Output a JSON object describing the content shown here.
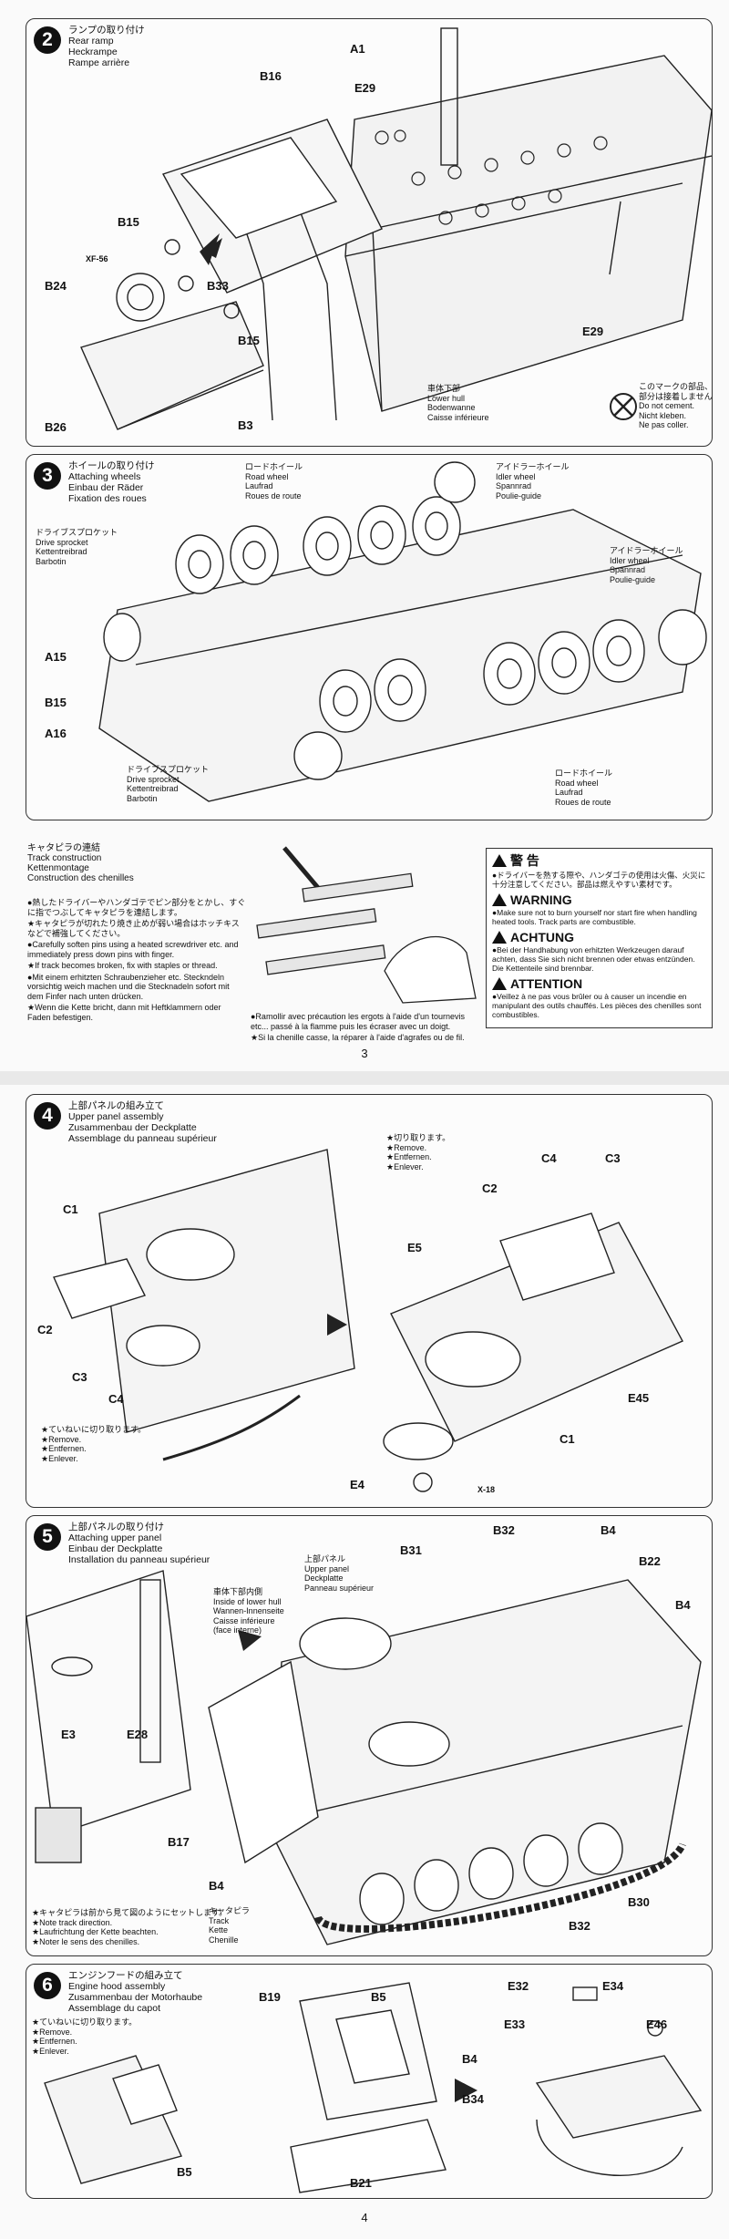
{
  "page1": {
    "number": "3",
    "step2": {
      "num": "2",
      "title": [
        "ランプの取り付け",
        "Rear ramp",
        "Heckrampe",
        "Rampe arrière"
      ],
      "labels": {
        "a1": "A1",
        "b16": "B16",
        "e29a": "E29",
        "e29b": "E29",
        "b15": "B15",
        "b15b": "B15",
        "xf56": "XF-56",
        "b24": "B24",
        "b33": "B33",
        "b26": "B26",
        "b3": "B3"
      },
      "hull": [
        "車体下部",
        "Lower hull",
        "Bodenwanne",
        "Caisse inférieure"
      ],
      "note": [
        "このマークの部品、",
        "部分は接着しません。",
        "Do not cement.",
        "Nicht kleben.",
        "Ne pas coller."
      ]
    },
    "step3": {
      "num": "3",
      "title": [
        "ホイールの取り付け",
        "Attaching wheels",
        "Einbau der Räder",
        "Fixation des roues"
      ],
      "road_top": [
        "ロードホイール",
        "Road wheel",
        "Laufrad",
        "Roues de route"
      ],
      "idler_top": [
        "アイドラーホイール",
        "Idler wheel",
        "Spannrad",
        "Poulie-guide"
      ],
      "sprocket_left": [
        "ドライブスプロケット",
        "Drive sprocket",
        "Kettentreibrad",
        "Barbotin"
      ],
      "idler_right": [
        "アイドラーホイール",
        "Idler wheel",
        "Spannrad",
        "Poulie-guide"
      ],
      "labels": {
        "a15": "A15",
        "b15": "B15",
        "a16": "A16"
      },
      "sprocket_bottom": [
        "ドライブスプロケット",
        "Drive sprocket",
        "Kettentreibrad",
        "Barbotin"
      ],
      "road_bottom": [
        "ロードホイール",
        "Road wheel",
        "Laufrad",
        "Roues de route"
      ]
    },
    "track": {
      "title": [
        "キャタピラの連結",
        "Track construction",
        "Kettenmontage",
        "Construction des chenilles"
      ],
      "jp1": "●熱したドライバーやハンダゴテでピン部分をとかし、すぐに指でつぶしてキャタピラを連結します。",
      "jp2": "★キャタピラが切れたり焼き止めが弱い場合はホッチキスなどで補強してください。",
      "en": "●Carefully soften pins using a heated screwdriver etc. and immediately press down pins with finger.",
      "en2": "★If track becomes broken, fix with staples or thread.",
      "de": "●Mit einem erhitzten Schraubenzieher etc. Steckndeln vorsichtig weich machen und die Stecknadeln sofort mit dem Finfer nach unten drücken.",
      "de2": "★Wenn die Kette bricht, dann mit Heftklammern oder Faden befestigen.",
      "fr": "●Ramollir avec précaution les ergots à l'aide d'un tournevis etc... passé à la flamme puis les écraser avec un doigt.",
      "fr2": "★Si la chenille casse, la réparer à l'aide d'agrafes ou de fil."
    },
    "warn": {
      "jp_head": "警 告",
      "jp": "●ドライバーを熱する際や、ハンダゴテの使用は火傷、火災に十分注意してください。部品は燃えやすい素材です。",
      "en_head": "WARNING",
      "en": "●Make sure not to burn yourself nor start fire when handling heated tools. Track parts are combustible.",
      "de_head": "ACHTUNG",
      "de": "●Bei der Handhabung von erhitzten Werkzeugen darauf achten, dass Sie sich nicht brennen oder etwas entzünden. Die Kettenteile sind brennbar.",
      "fr_head": "ATTENTION",
      "fr": "●Veillez à ne pas vous brûler ou à causer un incendie en manipulant des outils chauffés. Les pièces des chenilles sont combustibles."
    }
  },
  "page2": {
    "number": "4",
    "step4": {
      "num": "4",
      "title": [
        "上部パネルの組み立て",
        "Upper panel assembly",
        "Zusammenbau der Deckplatte",
        "Assemblage du panneau supérieur"
      ],
      "cut1": [
        "★切り取ります。",
        "★Remove.",
        "★Entfernen.",
        "★Enlever."
      ],
      "cut2": [
        "★ていねいに切り取ります。",
        "★Remove.",
        "★Entfernen.",
        "★Enlever."
      ],
      "labels": {
        "c1": "C1",
        "c2": "C2",
        "c3": "C3",
        "c4": "C4",
        "c2r": "C2",
        "c4r": "C4",
        "c3r": "C3",
        "e5": "E5",
        "e45": "E45",
        "c1r": "C1",
        "e4": "E4",
        "x18": "X-18"
      }
    },
    "step5": {
      "num": "5",
      "title": [
        "上部パネルの取り付け",
        "Attaching upper panel",
        "Einbau der Deckplatte",
        "Installation du panneau supérieur"
      ],
      "inside": [
        "車体下部内側",
        "Inside of lower hull",
        "Wannen-Innenseite",
        "Caisse inférieure",
        "(face interne)"
      ],
      "upper": [
        "上部パネル",
        "Upper panel",
        "Deckplatte",
        "Panneau supérieur"
      ],
      "track": [
        "キャタピラ",
        "Track",
        "Kette",
        "Chenille"
      ],
      "note": [
        "★キャタピラは前から見て図のようにセットします。",
        "★Note track direction.",
        "★Laufrichtung der Kette beachten.",
        "★Noter le sens des chenilles."
      ],
      "labels": {
        "b31": "B31",
        "b32": "B32",
        "b4": "B4",
        "b22": "B22",
        "b4b": "B4",
        "e3": "E3",
        "e28": "E28",
        "b17": "B17",
        "b4c": "B4",
        "b30": "B30",
        "b32b": "B32"
      }
    },
    "step6": {
      "num": "6",
      "title": [
        "エンジンフードの組み立て",
        "Engine hood assembly",
        "Zusammenbau der Motorhaube",
        "Assemblage du capot"
      ],
      "cut": [
        "★ていねいに切り取ります。",
        "★Remove.",
        "★Entfernen.",
        "★Enlever."
      ],
      "labels": {
        "b19": "B19",
        "b5": "B5",
        "b5b": "B5",
        "b21": "B21",
        "e32": "E32",
        "e34": "E34",
        "e33": "E33",
        "e46": "E46",
        "b4": "B4",
        "b34": "B34"
      }
    }
  }
}
